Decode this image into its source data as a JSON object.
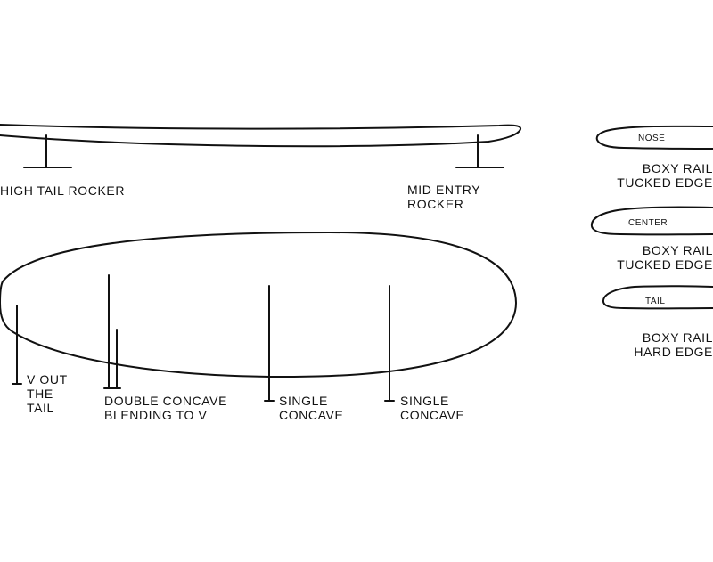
{
  "colors": {
    "stroke": "#111111",
    "background": "#ffffff"
  },
  "profile_labels": {
    "tail": "HIGH TAIL ROCKER",
    "entry_line1": "MID ENTRY",
    "entry_line2": "ROCKER"
  },
  "bottom_labels": {
    "v_out_line1": "V OUT",
    "v_out_line2": "THE",
    "v_out_line3": "TAIL",
    "double_line1": "DOUBLE CONCAVE",
    "double_line2": "BLENDING TO V",
    "single_a_line1": "SINGLE",
    "single_a_line2": "CONCAVE",
    "single_b_line1": "SINGLE",
    "single_b_line2": "CONCAVE"
  },
  "rails": [
    {
      "position": "NOSE",
      "line1": "BOXY RAIL",
      "line2": "TUCKED EDGE"
    },
    {
      "position": "CENTER",
      "line1": "BOXY RAIL",
      "line2": "TUCKED EDGE"
    },
    {
      "position": "TAIL",
      "line1": "BOXY RAIL",
      "line2": "HARD EDGE"
    }
  ]
}
